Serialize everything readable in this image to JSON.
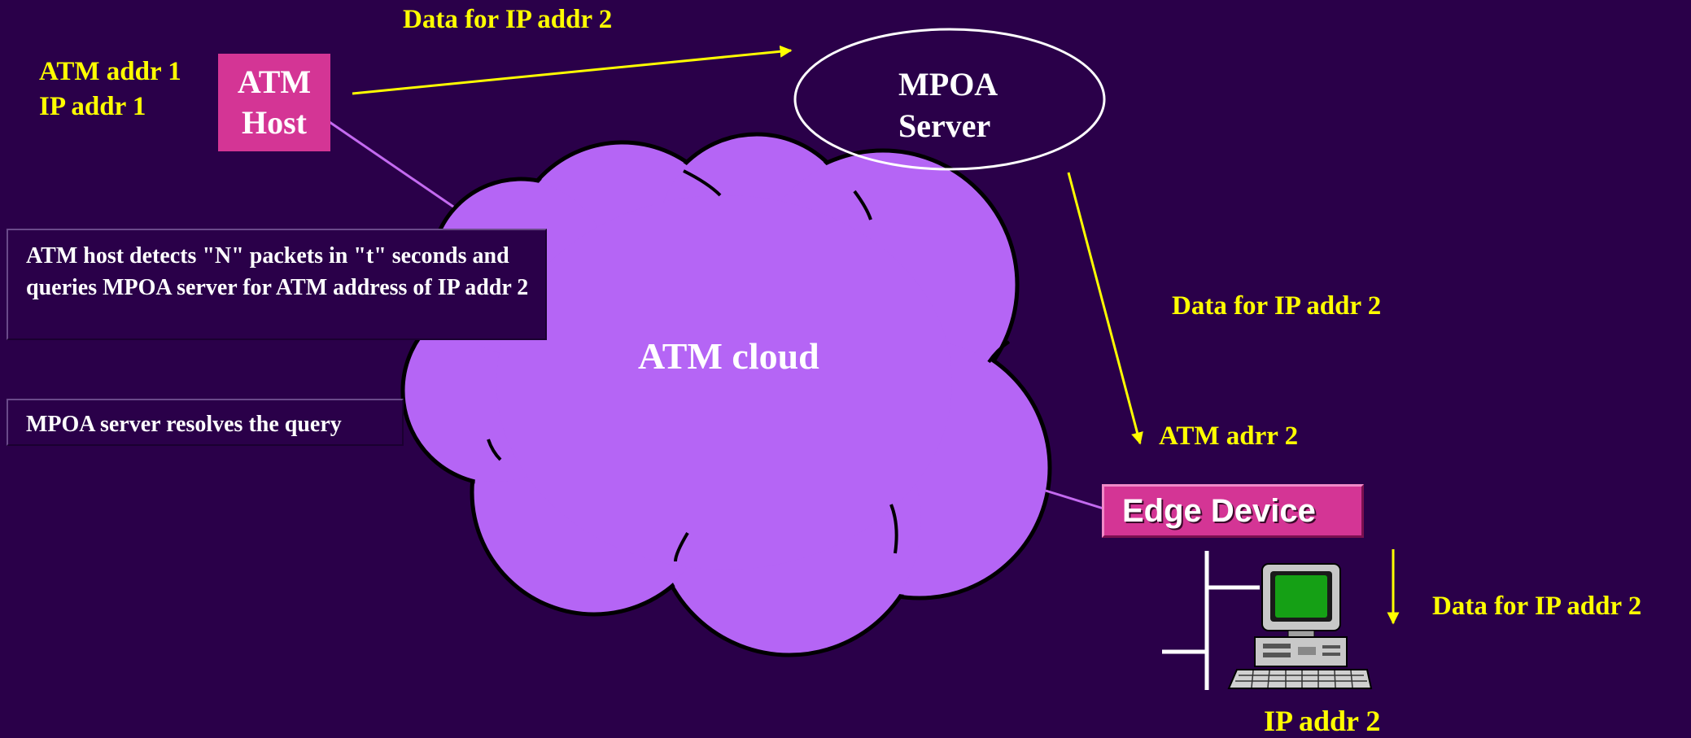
{
  "labels": {
    "data_top": "Data for IP addr 2",
    "atm_addr_1": "ATM addr 1",
    "ip_addr_1": "IP addr 1",
    "data_mid": "Data for IP addr 2",
    "atm_addr_2": "ATM adrr 2",
    "data_right": "Data for IP addr 2",
    "ip_addr_2": "IP addr 2"
  },
  "atm_host": {
    "line1": "ATM",
    "line2": "Host"
  },
  "mpoa_server": {
    "line1": "MPOA",
    "line2": "Server"
  },
  "cloud": {
    "label": "ATM cloud"
  },
  "edge_device": {
    "label": "Edge Device"
  },
  "notes": {
    "detect": "ATM host detects \"N\" packets in \"t\" seconds and queries MPOA server for ATM address of IP addr 2",
    "resolve": "MPOA server resolves the query"
  },
  "colors": {
    "background": "#2a0049",
    "cloud": "#b565f5",
    "arrows": "#ffff00",
    "host_box": "#d43595",
    "connector": "#c46af0"
  }
}
